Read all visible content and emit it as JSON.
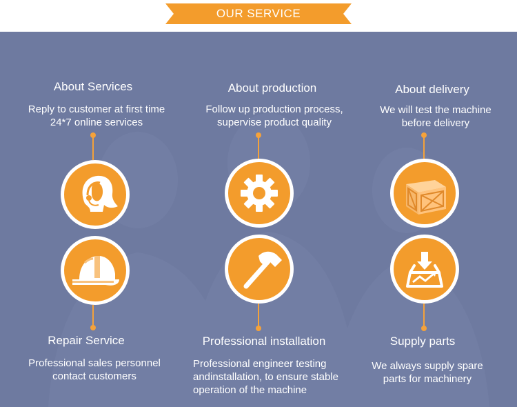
{
  "header": {
    "title": "OUR SERVICE"
  },
  "colors": {
    "accent": "#f39c2c",
    "panel": "#6e7aa0"
  },
  "services": {
    "about_services": {
      "title": "About Services",
      "desc_line1": "Reply to customer at first time",
      "desc_line2": "24*7 online services",
      "icon": "customer-support-icon"
    },
    "about_production": {
      "title": "About production",
      "desc_line1": "Follow up production process,",
      "desc_line2": "supervise product quality",
      "icon": "gear-icon"
    },
    "about_delivery": {
      "title": "About delivery",
      "desc_line1": "We will test the machine",
      "desc_line2": "before delivery",
      "icon": "wooden-crate-icon"
    },
    "repair_service": {
      "title": "Repair Service",
      "desc_line1": "Professional sales personnel",
      "desc_line2": "contact customers",
      "icon": "hard-hat-icon"
    },
    "professional_installation": {
      "title": "Professional installation",
      "desc_line1": "Professional engineer testing",
      "desc_line2": "andinstallation, to ensure stable",
      "desc_line3": "operation of the machine",
      "icon": "hammer-icon"
    },
    "supply_parts": {
      "title": "Supply parts",
      "desc_line1": "We always supply spare",
      "desc_line2": "parts for machinery",
      "icon": "inbox-download-icon"
    }
  }
}
